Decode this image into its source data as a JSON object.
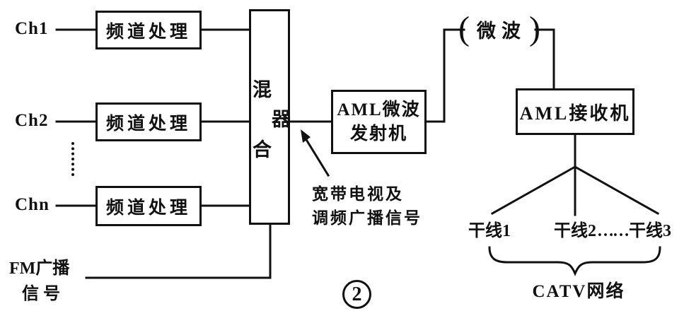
{
  "figure": {
    "number": "2"
  },
  "channels": [
    {
      "label": "Ch1",
      "box": "频道处理"
    },
    {
      "label": "Ch2",
      "box": "频道处理"
    },
    {
      "label": "Chn",
      "box": "频道处理"
    }
  ],
  "mixer": {
    "label": "混合器"
  },
  "transmitter": {
    "lines": [
      "AML微波",
      "发射机"
    ]
  },
  "microwave": {
    "open_paren": "(",
    "label": "微波",
    "close_paren": ")"
  },
  "receiver": {
    "label": "AML接收机"
  },
  "trunks": {
    "items": [
      "干线1",
      "干线2",
      "干线3"
    ],
    "ellipsis": "……"
  },
  "catv": {
    "label": "CATV网络"
  },
  "fm": {
    "lines": [
      "FM广播",
      "信号"
    ]
  },
  "annotation": {
    "lines": [
      "宽带电视及",
      "调频广播信号"
    ]
  },
  "colors": {
    "ink": "#111111",
    "background": "#ffffff"
  }
}
